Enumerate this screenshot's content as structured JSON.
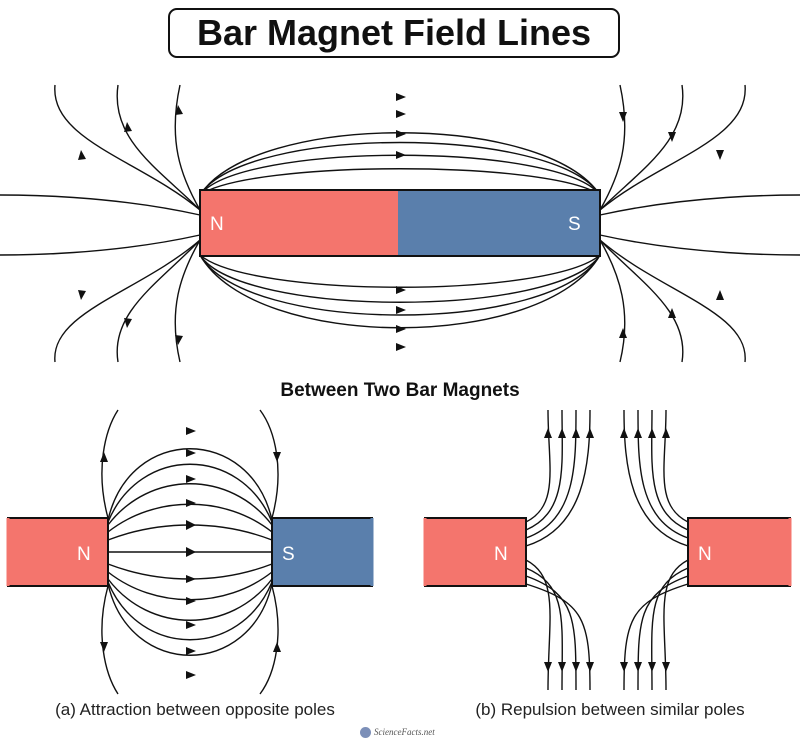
{
  "title": "Bar Magnet Field Lines",
  "subtitle": "Between Two Bar Magnets",
  "colors": {
    "north": "#f4756d",
    "south": "#5a7fac",
    "line": "#111111"
  },
  "top_magnet": {
    "north_label": "N",
    "south_label": "S"
  },
  "attraction": {
    "left_label": "N",
    "right_label": "S",
    "caption": "(a) Attraction between opposite poles"
  },
  "repulsion": {
    "left_label": "N",
    "right_label": "N",
    "caption": "(b) Repulsion between similar poles"
  },
  "credit": "ScienceFacts.net"
}
